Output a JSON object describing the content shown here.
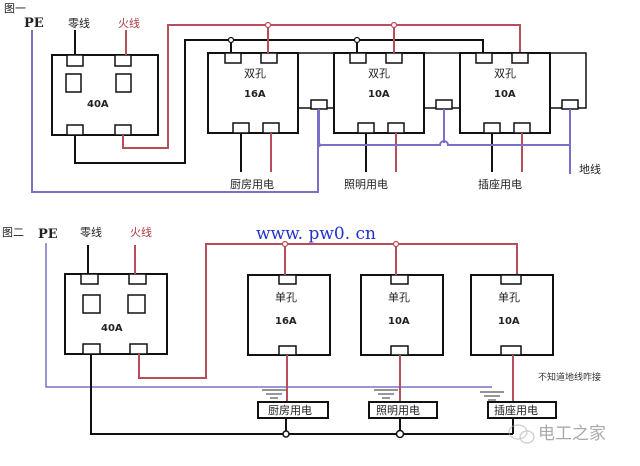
{
  "figure1": {
    "label": "图一",
    "pe_label": "PE",
    "neutral_label": "零线",
    "live_label": "火线",
    "main_breaker": {
      "rating": "40A"
    },
    "branches": [
      {
        "type": "双孔",
        "rating": "16A",
        "load": "厨房用电"
      },
      {
        "type": "双孔",
        "rating": "10A",
        "load": "照明用电"
      },
      {
        "type": "双孔",
        "rating": "10A",
        "load": "插座用电"
      }
    ],
    "ground_label": "地线"
  },
  "figure2": {
    "label": "图二",
    "pe_label": "PE",
    "neutral_label": "零线",
    "live_label": "火线",
    "main_breaker": {
      "rating": "40A"
    },
    "branches": [
      {
        "type": "单孔",
        "rating": "16A",
        "load": "厨房用电"
      },
      {
        "type": "单孔",
        "rating": "10A",
        "load": "照明用电"
      },
      {
        "type": "单孔",
        "rating": "10A",
        "load": "插座用电"
      }
    ],
    "note": "不知道地线咋接"
  },
  "website": "www. pw0. cn",
  "watermark": "电工之家",
  "colors": {
    "live": "#b5505a",
    "neutral": "#111111",
    "ground": "#7a70c8",
    "url": "#2233cc"
  }
}
